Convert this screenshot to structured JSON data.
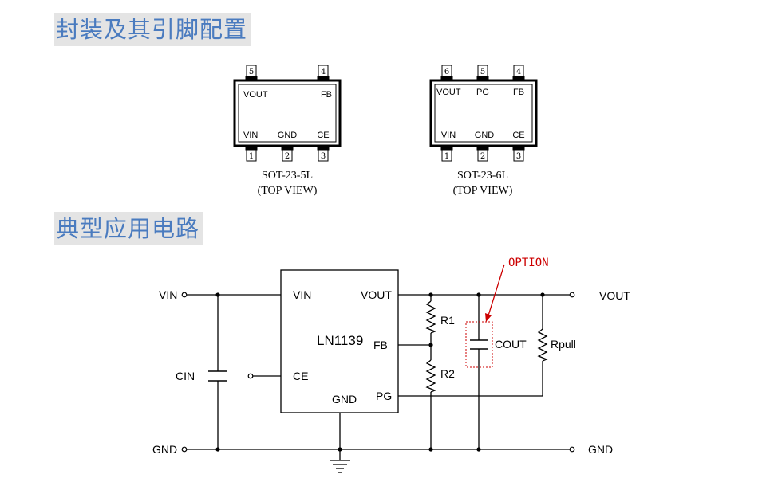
{
  "sections": {
    "package_title": "封装及其引脚配置",
    "circuit_title": "典型应用电路"
  },
  "sot23_5l": {
    "pins": [
      "1",
      "2",
      "3",
      "4",
      "5"
    ],
    "labels": {
      "vout": "VOUT",
      "fb": "FB",
      "vin": "VIN",
      "gnd": "GND",
      "ce": "CE"
    },
    "caption": "SOT-23-5L",
    "view": "(TOP VIEW)"
  },
  "sot23_6l": {
    "pins": [
      "1",
      "2",
      "3",
      "4",
      "5",
      "6"
    ],
    "labels": {
      "vout": "VOUT",
      "pg": "PG",
      "fb": "FB",
      "vin": "VIN",
      "gnd": "GND",
      "ce": "CE"
    },
    "caption": "SOT-23-6L",
    "view": "(TOP VIEW)"
  },
  "schematic": {
    "chip_name": "LN1139",
    "chip_pins": {
      "vin": "VIN",
      "vout": "VOUT",
      "ce": "CE",
      "fb": "FB",
      "gnd": "GND",
      "pg": "PG"
    },
    "terminals": {
      "vin": "VIN",
      "gnd_left": "GND",
      "vout": "VOUT",
      "gnd_right": "GND"
    },
    "components": {
      "cin": "CIN",
      "r1": "R1",
      "r2": "R2",
      "cout": "COUT",
      "rpull": "Rpull"
    },
    "option_label": "OPTION",
    "colors": {
      "option": "#cc0000",
      "title": "#4a7bbf"
    }
  }
}
